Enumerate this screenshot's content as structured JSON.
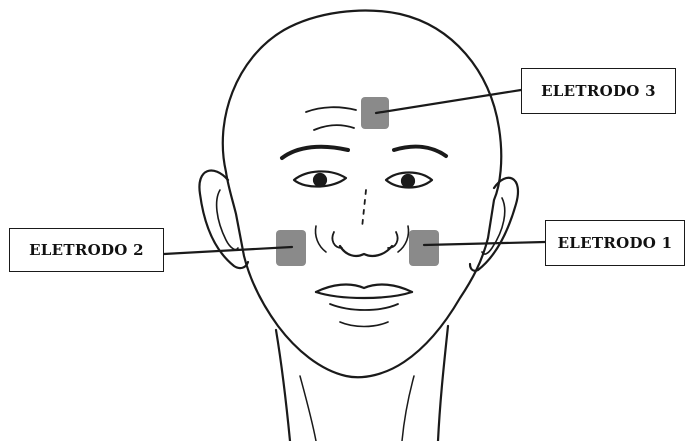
{
  "diagram": {
    "electrodes": [
      {
        "id": "eletrodo-1",
        "label": "ELETRODO 1",
        "location": "right cheek"
      },
      {
        "id": "eletrodo-2",
        "label": "ELETRODO 2",
        "location": "left cheek"
      },
      {
        "id": "eletrodo-3",
        "label": "ELETRODO 3",
        "location": "forehead"
      }
    ],
    "colors": {
      "line": "#1a1a1a",
      "electrode_pad": "#8a8a8a",
      "background": "#ffffff"
    }
  }
}
